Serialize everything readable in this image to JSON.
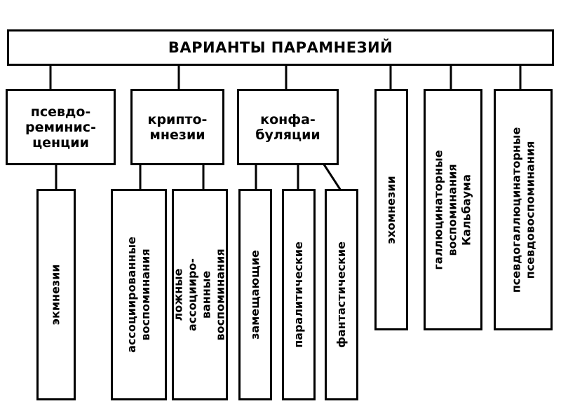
{
  "root": {
    "label": "ВАРИАНТЫ ПАРАМНЕЗИЙ"
  },
  "categories": [
    {
      "id": "pseudo",
      "label": "псевдо-\nреминис-\nценции"
    },
    {
      "id": "crypto",
      "label": "крипто-\nмнезии"
    },
    {
      "id": "confab",
      "label": "конфа-\nбуляции"
    }
  ],
  "subtypes": {
    "ecmnesia": "экмнезии",
    "associated": "ассоциированные\nвоспоминания",
    "false_associated": "ложные ассоцииро-\nванные воспоминания",
    "substitutive": "замещающие",
    "paralytic": "паралитические",
    "fantastic": "фантастические"
  },
  "direct_types": {
    "echomnesia": "эхомнезии",
    "kahlbaum": "галлюцинаторные\nвоспоминания Кальбаума",
    "pseudohallucinatory": "псевдогаллюцинаторные\nпсевдовоспоминания"
  }
}
